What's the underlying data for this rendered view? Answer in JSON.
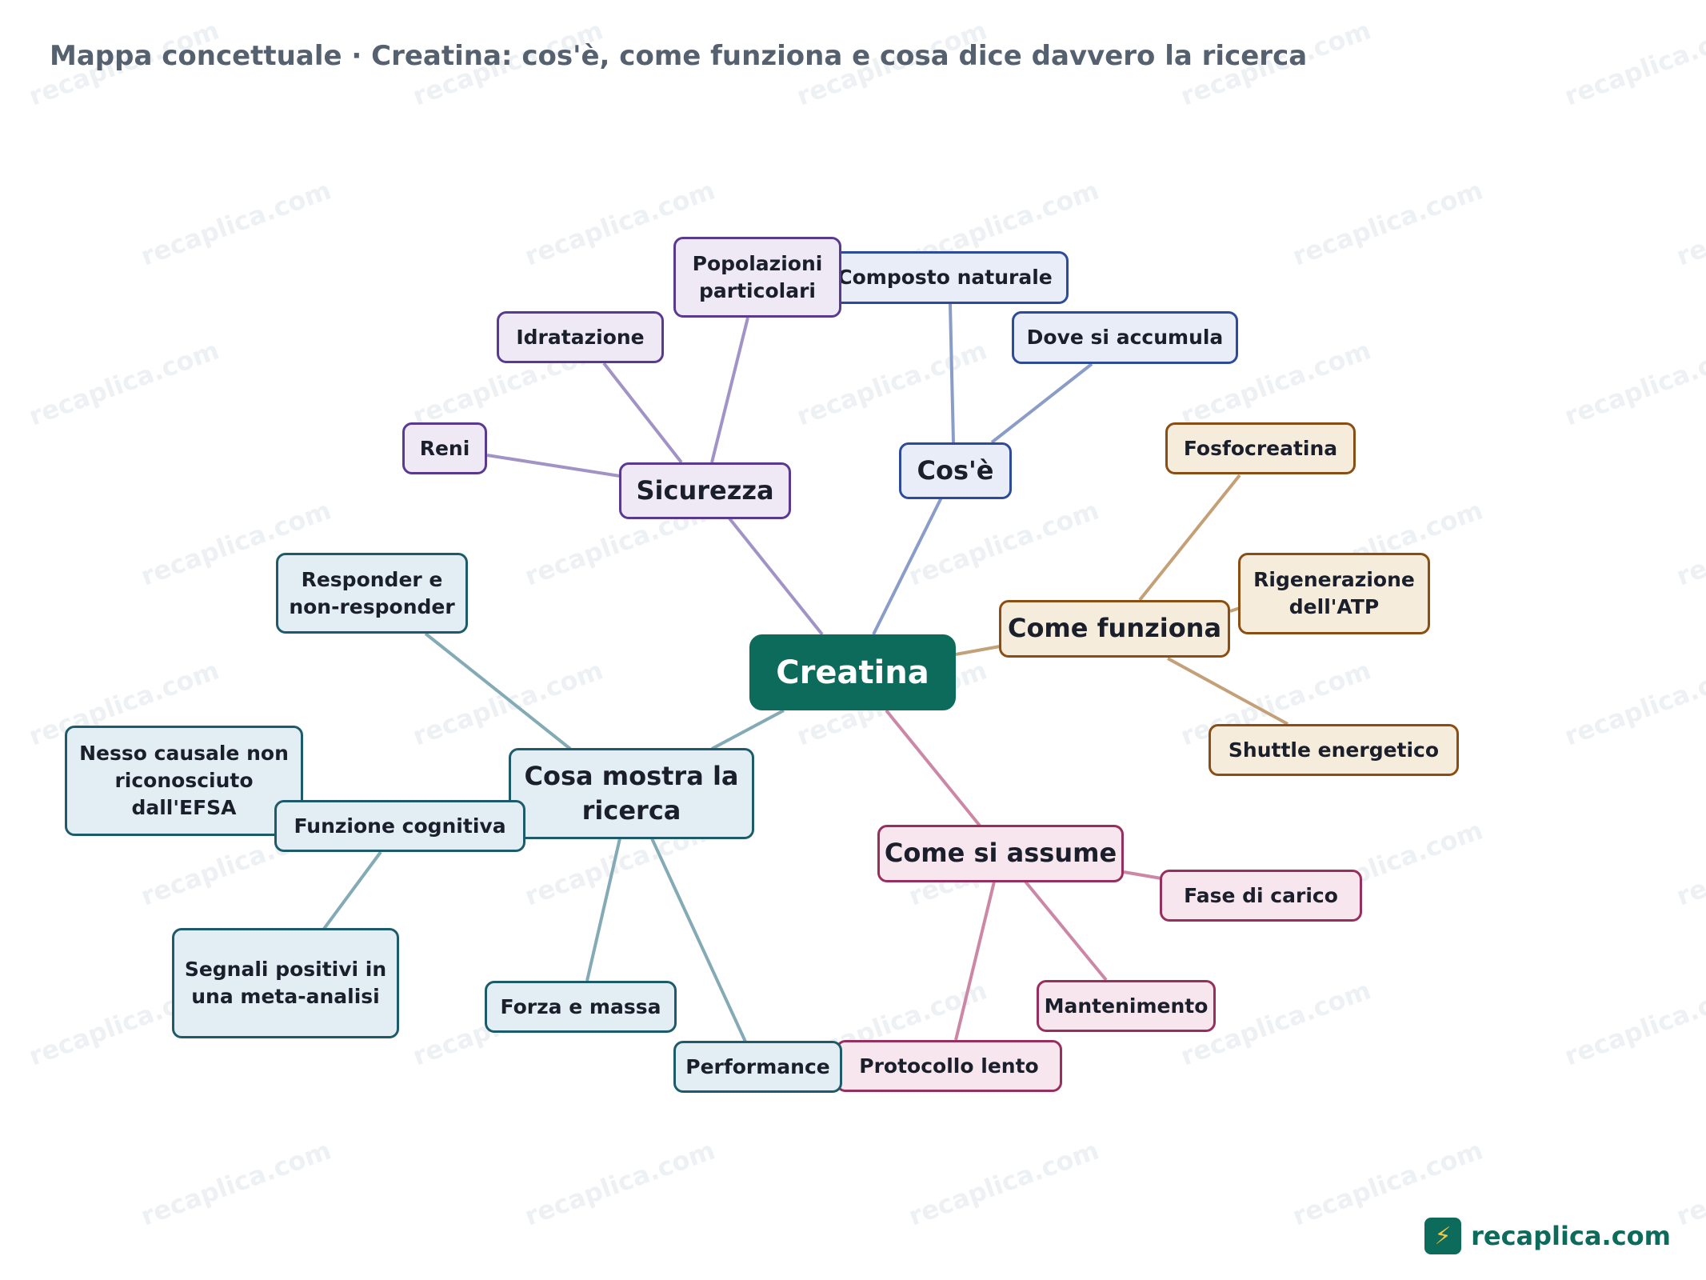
{
  "title": "Mappa concettuale · Creatina: cos'è, come funziona e cosa dice davvero la ricerca",
  "watermark_text": "recaplica.com",
  "brand": {
    "logo_icon": "book-lightning-icon",
    "text": "recaplica.com"
  },
  "colors": {
    "root": "#0d6b5b",
    "cose": "#2e4a9a",
    "sicurezza": "#5a3a90",
    "come_funziona": "#8a4e14",
    "come_si_assume": "#962f5e",
    "ricerca": "#1d5a6a"
  },
  "map": {
    "root": "Creatina",
    "branches": {
      "cose": {
        "label": "Cos'è",
        "children": [
          "Composto naturale",
          "Dove si accumula"
        ]
      },
      "sicurezza": {
        "label": "Sicurezza",
        "children": [
          "Popolazioni particolari",
          "Idratazione",
          "Reni"
        ]
      },
      "come_funziona": {
        "label": "Come funziona",
        "children": [
          "Fosfocreatina",
          "Rigenerazione dell'ATP",
          "Shuttle energetico"
        ]
      },
      "come_si_assume": {
        "label": "Come si assume",
        "children": [
          "Fase di carico",
          "Mantenimento",
          "Protocollo lento"
        ]
      },
      "ricerca": {
        "label": "Cosa mostra la ricerca",
        "children": [
          "Responder e non-responder",
          "Funzione cognitiva",
          "Forza e massa",
          "Performance"
        ],
        "grandchildren": {
          "funzione_cognitiva": [
            "Nesso causale non riconosciuto dall'EFSA",
            "Segnali positivi in una meta-analisi"
          ]
        }
      }
    }
  }
}
